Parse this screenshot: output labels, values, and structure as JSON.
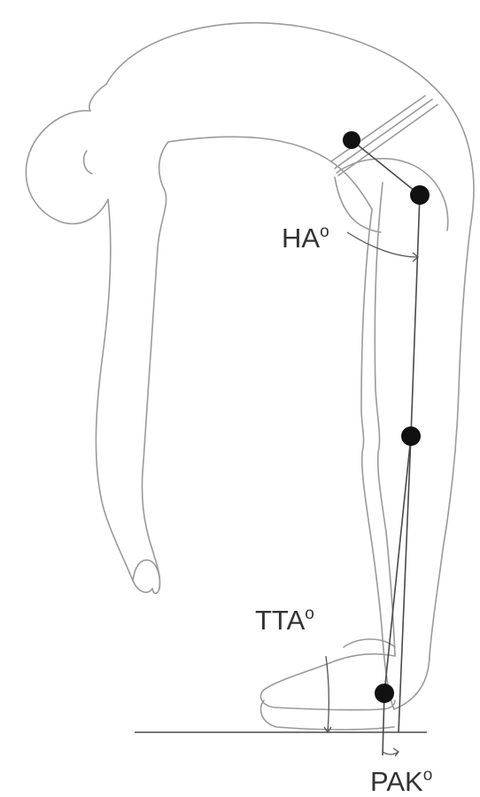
{
  "labels": {
    "hip_angle": {
      "text": "HA",
      "superscript": "o"
    },
    "toe_touch_angle": {
      "text": "TTA",
      "superscript": "o"
    },
    "pelvis_ankle_angle": {
      "text": "PAK",
      "superscript": "o"
    }
  },
  "colors": {
    "background": "#ffffff",
    "body_outline": "#9a9a9a",
    "reference_lines": "#4a4a4a",
    "landmark_markers": "#111111",
    "label_text": "#333333"
  }
}
